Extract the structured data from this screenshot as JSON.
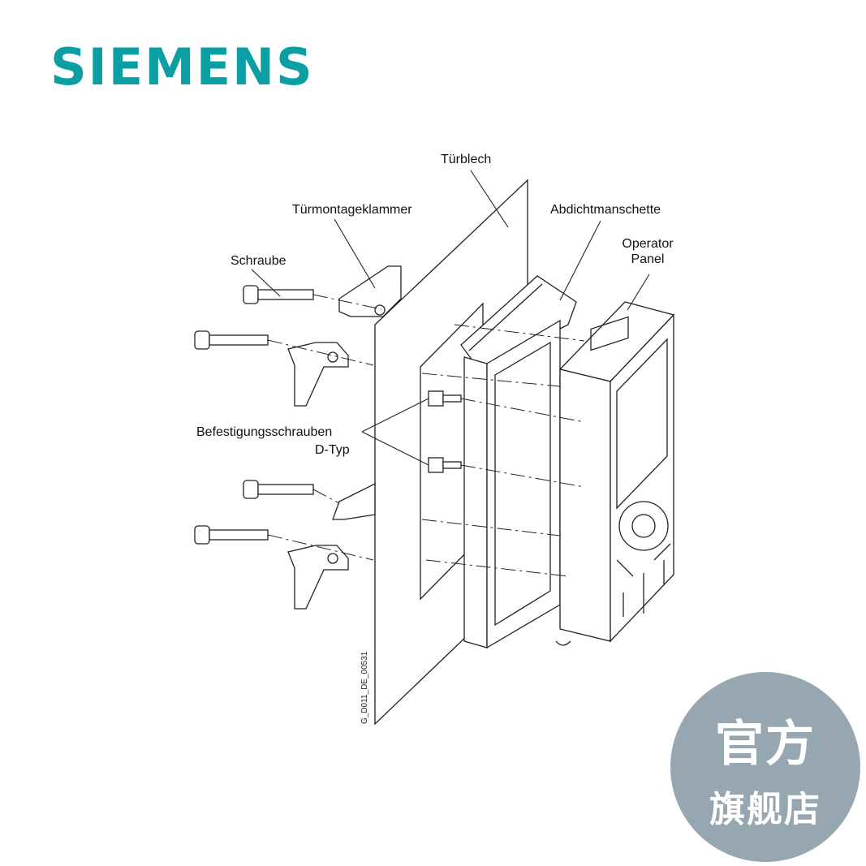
{
  "brand": {
    "name": "SIEMENS",
    "color": "#0b9ea3"
  },
  "labels": {
    "door_sheet": "Türblech",
    "mount_clip": "Türmontageklammer",
    "seal": "Abdichtmanschette",
    "screw": "Schraube",
    "panel_line1": "Operator",
    "panel_line2": "Panel",
    "fastener_line1": "Befestigungsschrauben",
    "fastener_line2": "D-Typ"
  },
  "drawing_code": "G_D011_DE_00531",
  "badge": {
    "line1": "官方",
    "line2": "旗舰店",
    "color": "#96a7b1"
  }
}
